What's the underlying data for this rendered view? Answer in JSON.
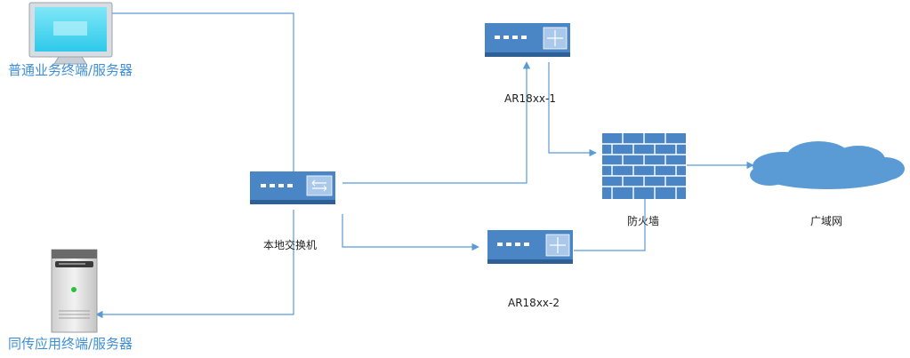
{
  "nodes": {
    "terminal_normal": {
      "label": "普通业务终端/服务器",
      "icon": "monitor-icon"
    },
    "terminal_sync": {
      "label": "同传应用终端/服务器",
      "icon": "server-tower-icon"
    },
    "local_switch": {
      "label": "本地交换机",
      "icon": "switch-icon"
    },
    "router_1": {
      "label": "AR18xx-1",
      "icon": "router-icon"
    },
    "router_2": {
      "label": "AR18xx-2",
      "icon": "router-icon"
    },
    "firewall": {
      "label": "防火墙",
      "icon": "firewall-icon"
    },
    "wan": {
      "label": "广域网",
      "icon": "cloud-icon"
    }
  },
  "colors": {
    "line": "#5b9bd5",
    "device": "#4a86c5",
    "device_dark": "#2e5f95",
    "label_blue": "#3e8fd6",
    "cloud": "#5b9bd5"
  }
}
